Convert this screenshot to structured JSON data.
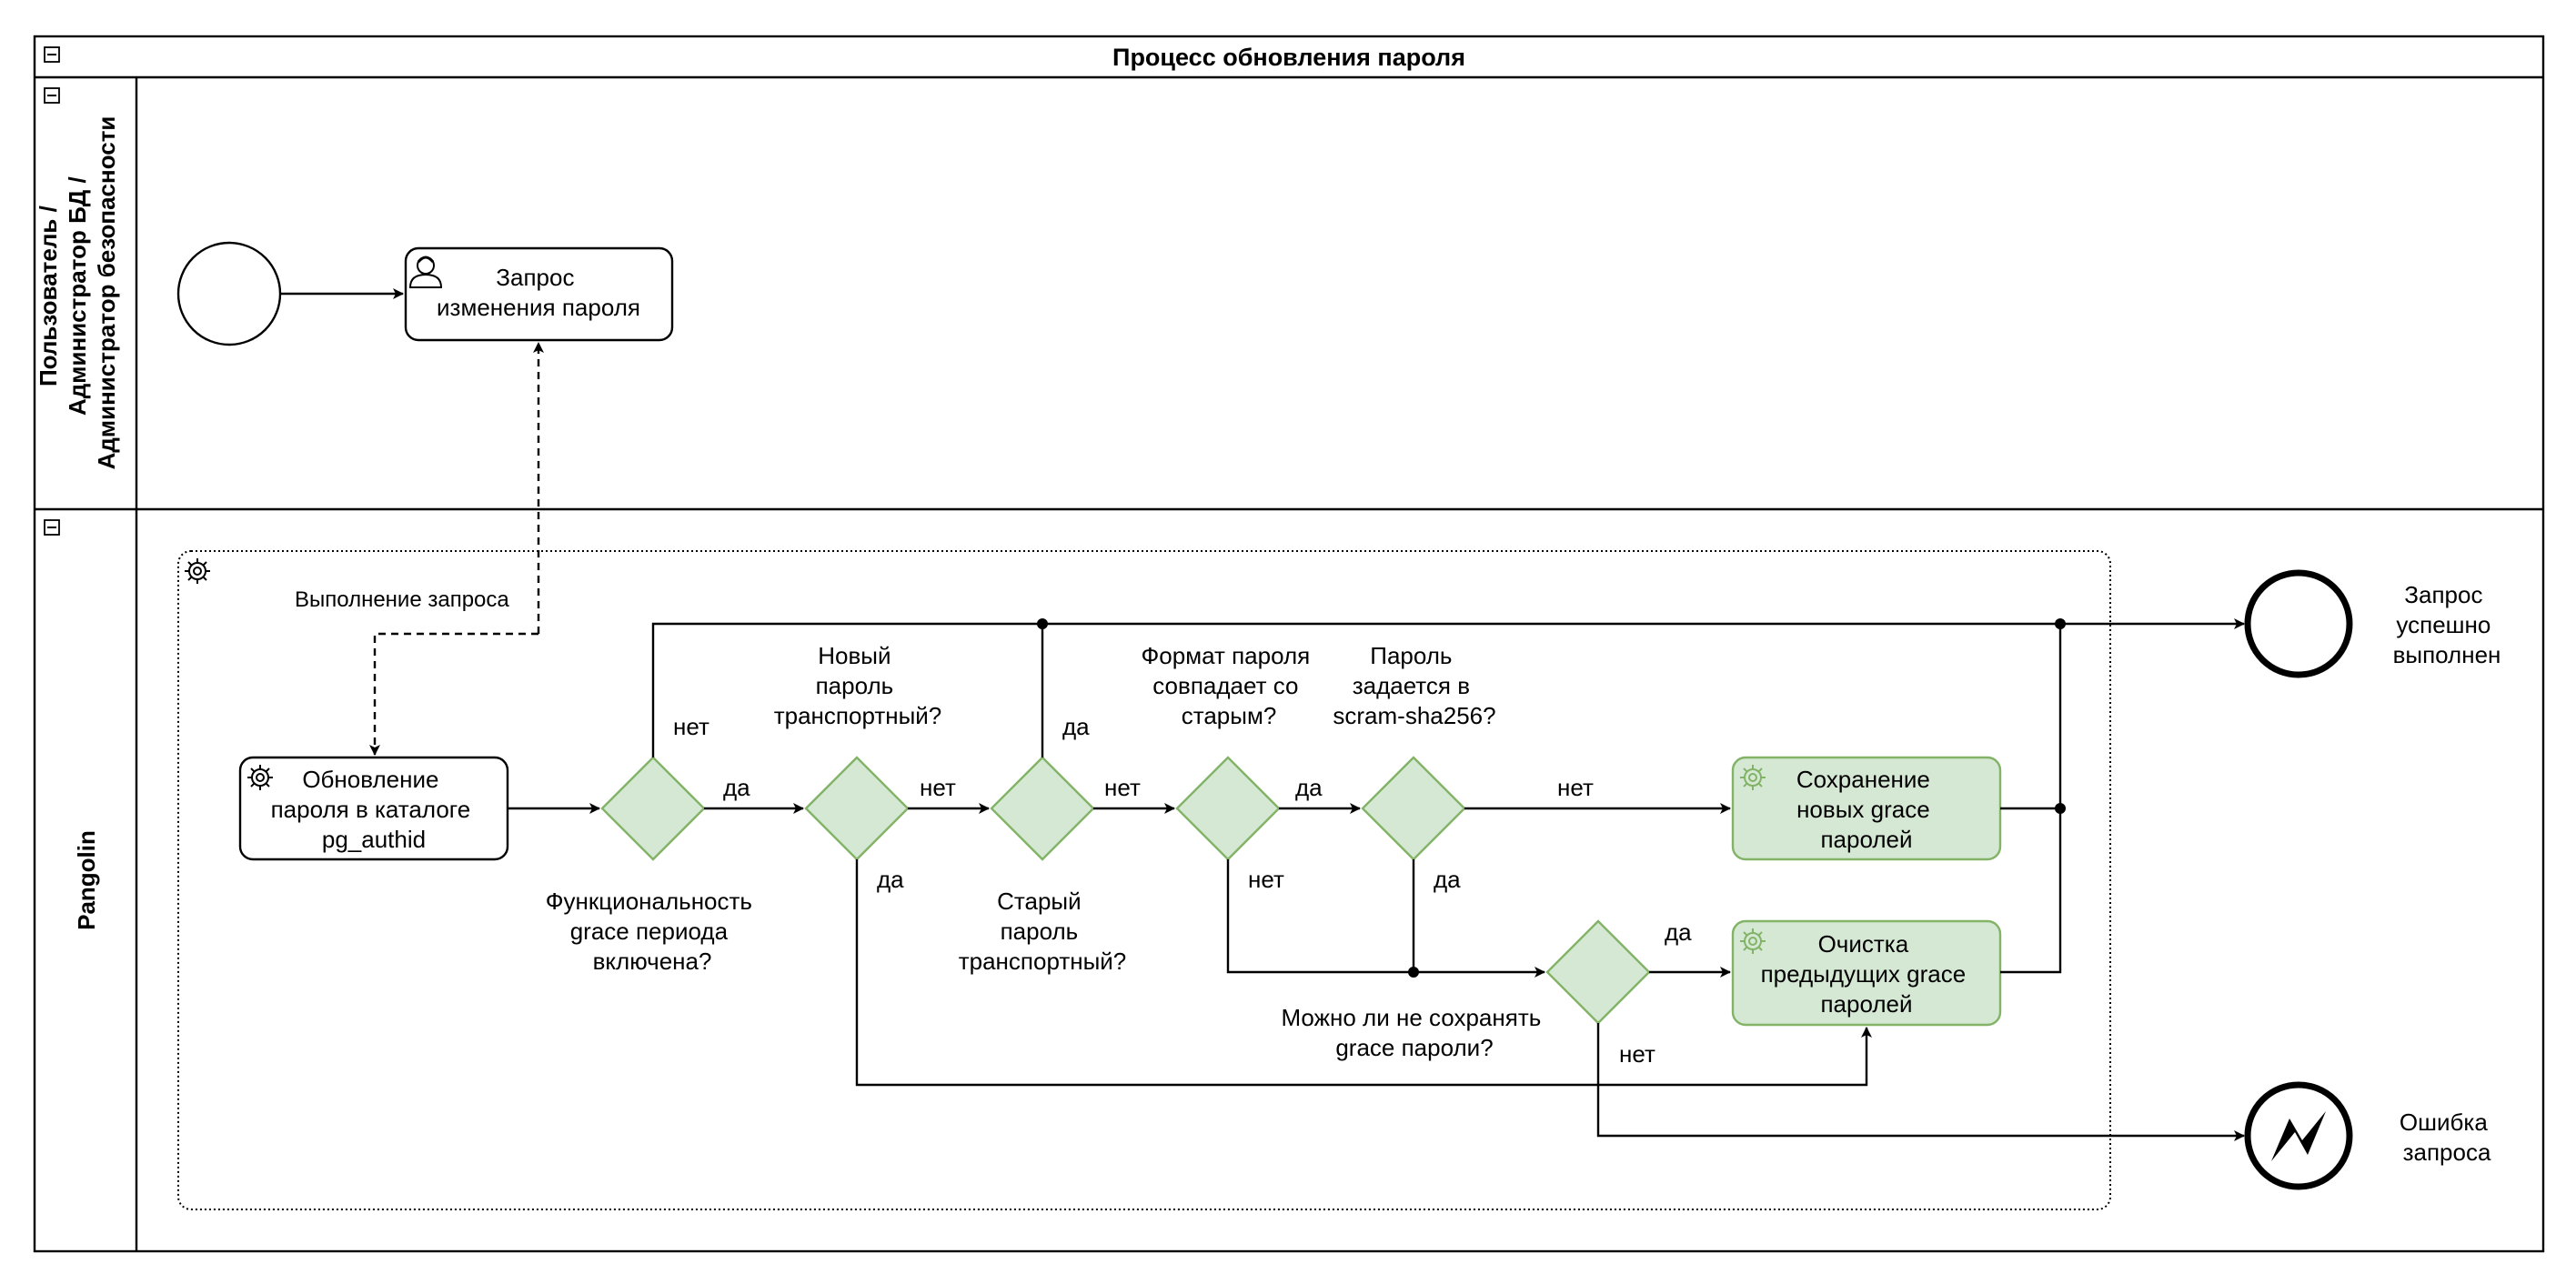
{
  "pool": {
    "title": "Процесс обновления пароля",
    "collapse_symbol": "−",
    "lanes": [
      {
        "label": [
          "Пользователь /",
          "Администратор БД /",
          "Администратор безопасности"
        ]
      },
      {
        "label": [
          "Pangolin"
        ]
      }
    ]
  },
  "tasks": {
    "request": {
      "lines": [
        "Запрос",
        "изменения пароля"
      ],
      "icon": "user-icon"
    },
    "update": {
      "lines": [
        "Обновление",
        "пароля в каталоге",
        "pg_authid"
      ],
      "icon": "gear-icon"
    },
    "save_grace": {
      "lines": [
        "Сохранение",
        "новых grace",
        "паролей"
      ],
      "icon": "gear-icon"
    },
    "clear_grace": {
      "lines": [
        "Очистка",
        "предыдущих grace",
        "паролей"
      ],
      "icon": "gear-icon"
    }
  },
  "gateways": {
    "g1": {
      "lines": [
        "Функциональность",
        "grace периода",
        "включена?"
      ]
    },
    "g2": {
      "lines": [
        "Новый",
        "пароль",
        "транспортный?"
      ]
    },
    "g3": {
      "lines": [
        "Старый",
        "пароль",
        "транспортный?"
      ]
    },
    "g4": {
      "lines": [
        "Формат пароля",
        "совпадает со",
        "старым?"
      ]
    },
    "g5": {
      "lines": [
        "Пароль",
        "задается в",
        "scram-sha256?"
      ]
    },
    "g6": {
      "lines": [
        "Можно ли не сохранять",
        "grace пароли?"
      ]
    }
  },
  "flow_labels": {
    "yes": "да",
    "no": "нет",
    "execute_request": "Выполнение запроса"
  },
  "end_events": {
    "success": {
      "lines": [
        "Запрос",
        "успешно",
        "выполнен"
      ]
    },
    "error": {
      "lines": [
        "Ошибка",
        "запроса"
      ]
    }
  },
  "colors": {
    "gateway_fill": "#d5e8d4",
    "gateway_stroke": "#82b366",
    "line": "#000000"
  }
}
